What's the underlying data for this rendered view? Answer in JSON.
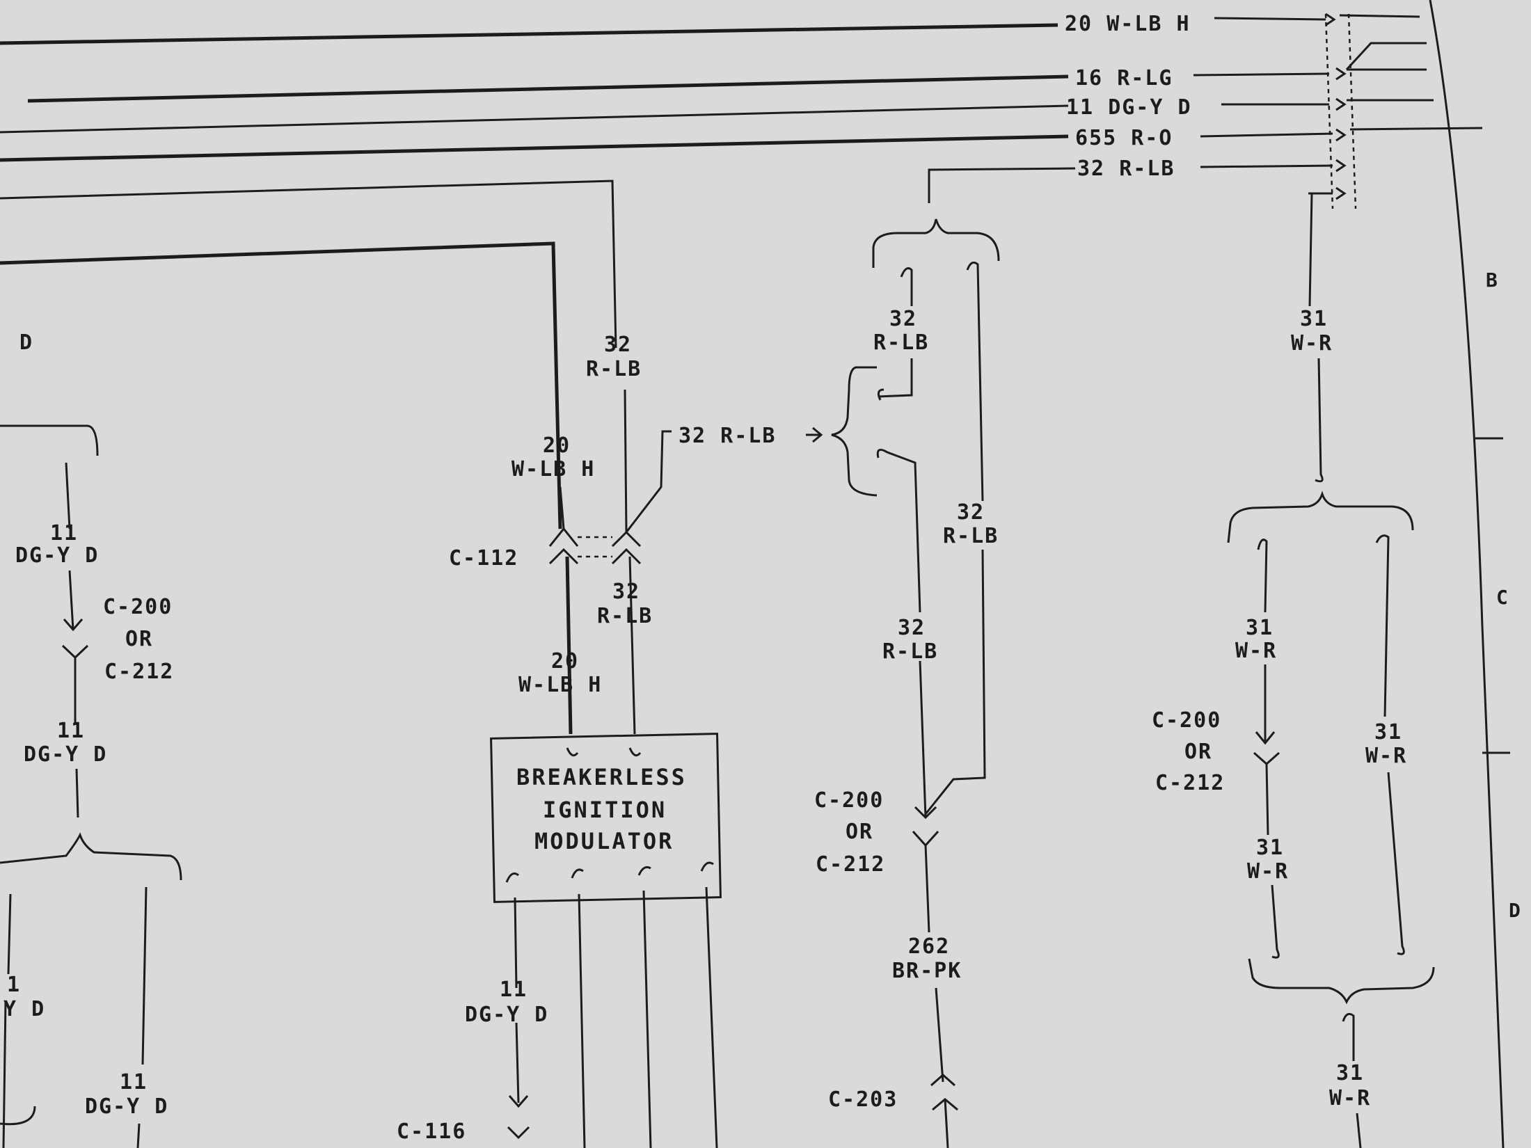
{
  "wires_top": [
    {
      "circuit": "20",
      "color": "W-LB",
      "suffix": "H"
    },
    {
      "circuit": "16",
      "color": "R-LG",
      "suffix": ""
    },
    {
      "circuit": "11",
      "color": "DG-Y",
      "suffix": "D"
    },
    {
      "circuit": "655",
      "color": "R-O",
      "suffix": ""
    },
    {
      "circuit": "32",
      "color": "R-LB",
      "suffix": ""
    }
  ],
  "labels": {
    "left_d_top": "D",
    "left_11_a_num": "11",
    "left_11_a_col": "DG-Y D",
    "left_conn_a": "C-200",
    "left_conn_or": "OR",
    "left_conn_b": "C-212",
    "left_11_b_num": "11",
    "left_11_b_col": "DG-Y D",
    "left_11_c_num": "1",
    "left_11_c_col": "Y D",
    "left_11_d_num": "11",
    "left_11_d_col": "DG-Y D",
    "mid_32_a_num": "32",
    "mid_32_a_col": "R-LB",
    "mid_20_a_num": "20",
    "mid_20_a_col": "W-LB H",
    "c112": "C-112",
    "mid_32_b_num": "32",
    "mid_32_b_col": "R-LB",
    "mid_20_b_num": "20",
    "mid_20_b_col": "W-LB H",
    "branch_32": "32 R-LB",
    "module_line1": "BREAKERLESS",
    "module_line2": "IGNITION",
    "module_line3": "MODULATOR",
    "mod_11_num": "11",
    "mod_11_col": "DG-Y D",
    "c116": "C-116",
    "right_32_a_num": "32",
    "right_32_a_col": "R-LB",
    "right_32_b_num": "32",
    "right_32_b_col": "R-LB",
    "right_32_c_num": "32",
    "right_32_c_col": "R-LB",
    "right_conn_a": "C-200",
    "right_conn_or": "OR",
    "right_conn_b": "C-212",
    "br_pk_num": "262",
    "br_pk_col": "BR-PK",
    "c203": "C-203",
    "far_31_a_num": "31",
    "far_31_a_col": "W-R",
    "far_31_b_num": "31",
    "far_31_b_col": "W-R",
    "far_conn_a": "C-200",
    "far_conn_or": "OR",
    "far_conn_b": "C-212",
    "far_31_c_num": "31",
    "far_31_c_col": "W-R",
    "far_31_d_num": "31",
    "far_31_d_col": "W-R",
    "far_31_e_num": "31",
    "far_31_e_col": "W-R"
  },
  "zones": [
    "B",
    "C",
    "D"
  ]
}
